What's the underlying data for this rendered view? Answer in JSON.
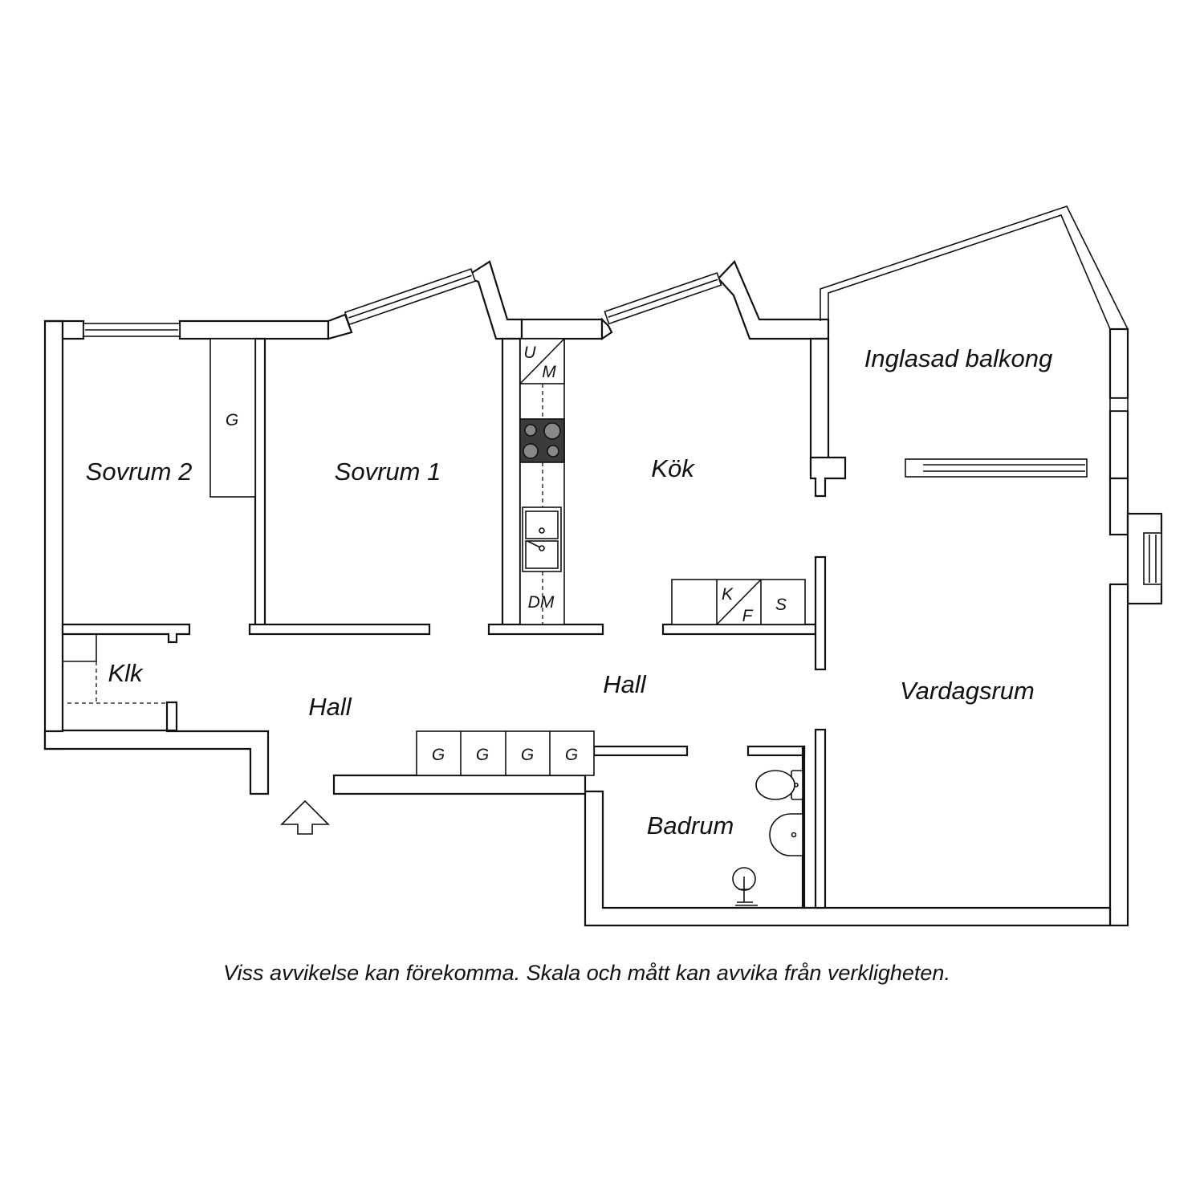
{
  "rooms": {
    "sovrum2": "Sovrum 2",
    "sovrum1": "Sovrum 1",
    "kok": "Kök",
    "balkong": "Inglasad balkong",
    "klk": "Klk",
    "hall_left": "Hall",
    "hall_center": "Hall",
    "vardagsrum": "Vardagsrum",
    "badrum": "Badrum"
  },
  "fixtures": {
    "wardrobe_sovrum2": "G",
    "hall_wardrobes": [
      "G",
      "G",
      "G",
      "G"
    ],
    "oven_u": "U",
    "oven_m": "M",
    "dishwasher": "DM",
    "fridge_k": "K",
    "fridge_f": "F",
    "cabinet_s": "S"
  },
  "disclaimer": "Viss avvikelse kan förekomma. Skala och mått kan avvika från verkligheten."
}
